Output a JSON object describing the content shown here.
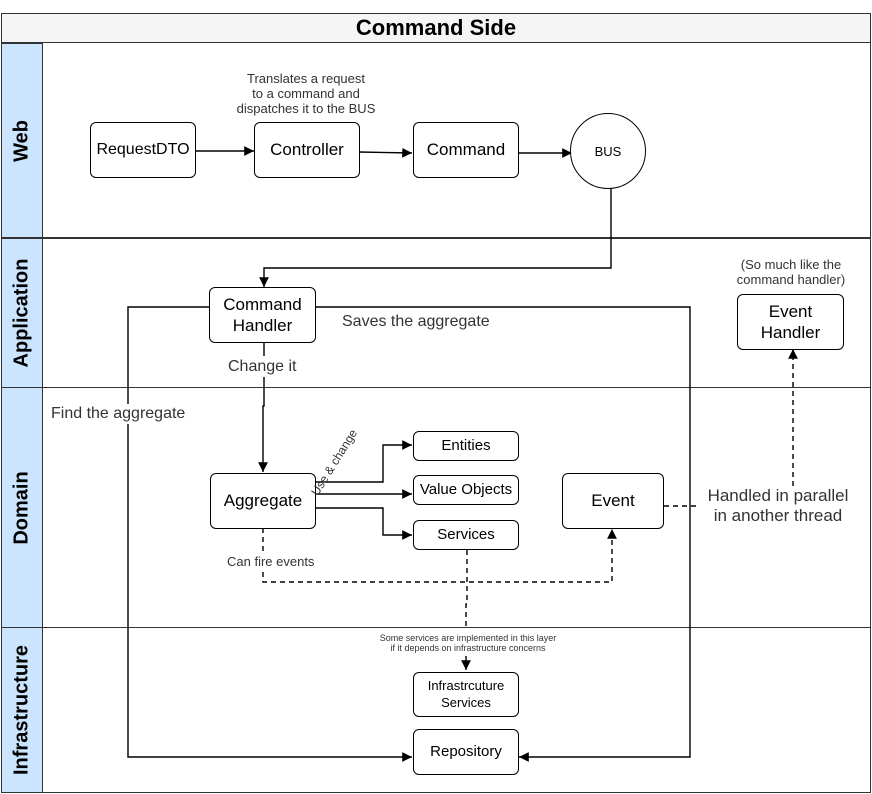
{
  "title": "Command Side",
  "lanes": {
    "web": "Web",
    "application": "Application",
    "domain": "Domain",
    "infrastructure": "Infrastructure"
  },
  "nodes": {
    "request_dto": "RequestDTO",
    "controller": "Controller",
    "command": "Command",
    "bus": "BUS",
    "command_handler_line1": "Command",
    "command_handler_line2": "Handler",
    "event_handler_line1": "Event",
    "event_handler_line2": "Handler",
    "aggregate": "Aggregate",
    "entities": "Entities",
    "value_objects": "Value Objects",
    "services": "Services",
    "event": "Event",
    "infra_services_line1": "Infrastrcuture",
    "infra_services_line2": "Services",
    "repository": "Repository"
  },
  "notes": {
    "controller_line1": "Translates a request",
    "controller_line2": "to a command and",
    "controller_line3": "dispatches it to the BUS",
    "saves": "Saves the aggregate",
    "change": "Change it",
    "find": "Find the aggregate",
    "event_handler_line1": "(So much like the",
    "event_handler_line2": "command handler)",
    "use_change": "Use & change",
    "can_fire": "Can fire events",
    "parallel_line1": "Handled in parallel",
    "parallel_line2": "in another thread",
    "infra_line1": "Some services are implemented in this layer",
    "infra_line2": "if it depends on infrastructure concerns"
  }
}
